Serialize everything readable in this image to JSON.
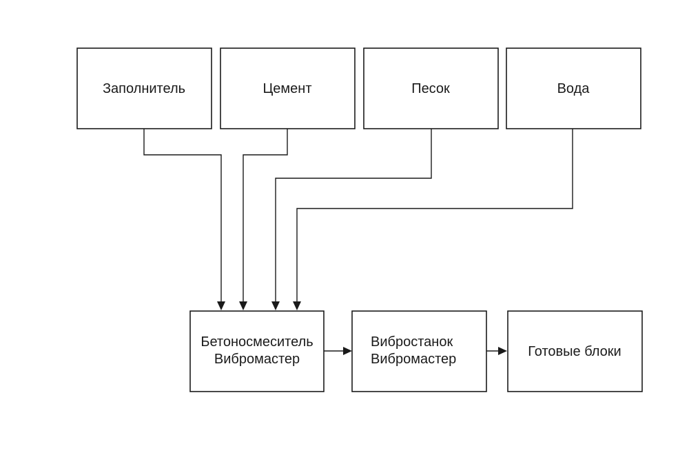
{
  "inputs": [
    {
      "id": "filler",
      "label": "Заполнитель"
    },
    {
      "id": "cement",
      "label": "Цемент"
    },
    {
      "id": "sand",
      "label": "Песок"
    },
    {
      "id": "water",
      "label": "Вода"
    }
  ],
  "process": [
    {
      "id": "mixer",
      "lines": [
        "Бетоносмеситель",
        "Вибромастер"
      ]
    },
    {
      "id": "machine",
      "lines": [
        "Вибростанок",
        "Вибромастер"
      ]
    },
    {
      "id": "blocks",
      "lines": [
        "Готовые блоки"
      ]
    }
  ],
  "colors": {
    "stroke": "#1a1a1a",
    "background": "#ffffff"
  }
}
